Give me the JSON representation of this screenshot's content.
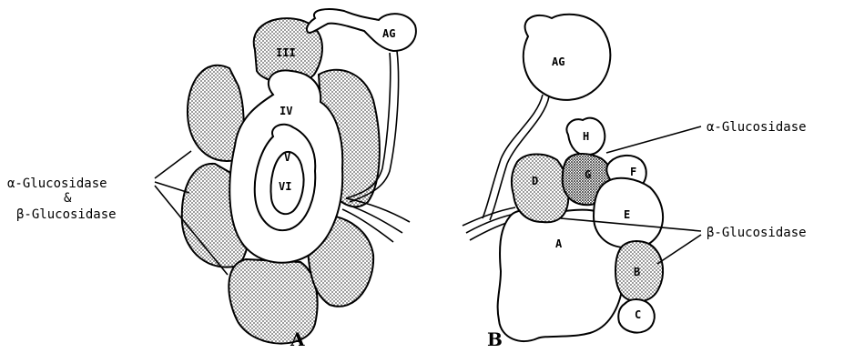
{
  "panel_a": {
    "panel_label": "A",
    "lobes": {
      "AG": "AG",
      "III": "III",
      "IV": "IV",
      "V": "V",
      "VI": "VI"
    },
    "annotation": {
      "line1": "α-Glucosidase",
      "line2": "&",
      "line3": "β-Glucosidase"
    }
  },
  "panel_b": {
    "panel_label": "B",
    "lobes": {
      "AG": "AG",
      "A": "A",
      "B": "B",
      "C": "C",
      "D": "D",
      "E": "E",
      "F": "F",
      "G": "G",
      "H": "H"
    },
    "annotation_alpha": "α-Glucosidase",
    "annotation_beta": "β-Glucosidase"
  }
}
